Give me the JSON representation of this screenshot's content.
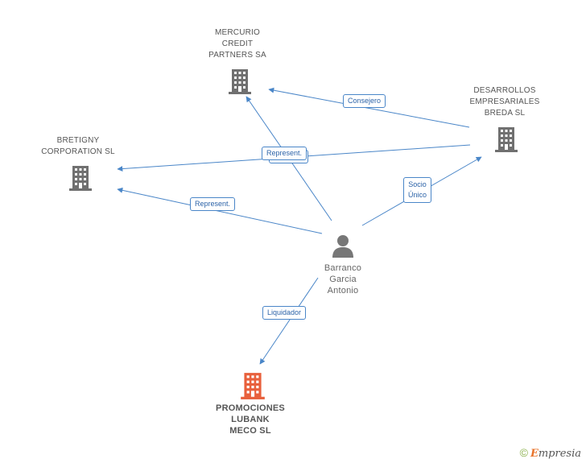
{
  "nodes": {
    "mercurio": {
      "lines": [
        "MERCURIO",
        "CREDIT",
        "PARTNERS SA"
      ]
    },
    "desarrollos": {
      "lines": [
        "DESARROLLOS",
        "EMPRESARIALES",
        "BREDA SL"
      ]
    },
    "bretigny": {
      "lines": [
        "BRETIGNY",
        "CORPORATION SL"
      ]
    },
    "person": {
      "lines": [
        "Barranco",
        "Garcia",
        "Antonio"
      ]
    },
    "promociones": {
      "lines": [
        "PROMOCIONES",
        "LUBANK",
        "MECO SL"
      ]
    }
  },
  "edges": {
    "consejero": "Consejero",
    "represent_top": "Represent.",
    "mancom": "Mancom.",
    "represent_left": "Represent.",
    "socio": [
      "Socio",
      "Único"
    ],
    "liquidador": "Liquidador"
  },
  "colors": {
    "company": "#707070",
    "main_company": "#e8603c",
    "edge": "#4a86c8",
    "person": "#777777"
  },
  "footer": {
    "copyright": "©",
    "brand_first": "E",
    "brand_rest": "mpresia"
  }
}
